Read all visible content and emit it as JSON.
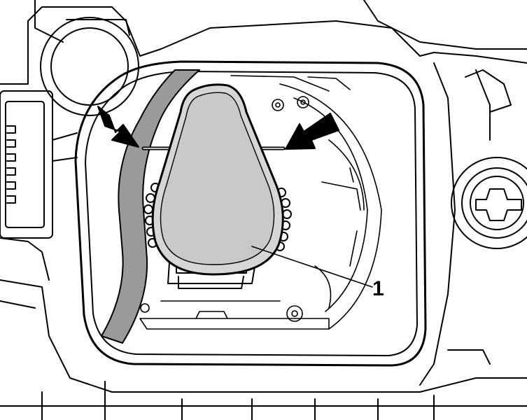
{
  "diagram": {
    "callouts": [
      {
        "label": "1",
        "target": "headlamp-bulb-cover"
      }
    ],
    "arrows": [
      {
        "name": "left-clip-arrow",
        "icon": "arrow-icon"
      },
      {
        "name": "right-clip-arrow",
        "icon": "arrow-icon"
      }
    ],
    "colors": {
      "line": "#000000",
      "background": "#ffffff",
      "gasket": "#9a9a9a",
      "cover_fill": "#d6d6d6"
    }
  }
}
